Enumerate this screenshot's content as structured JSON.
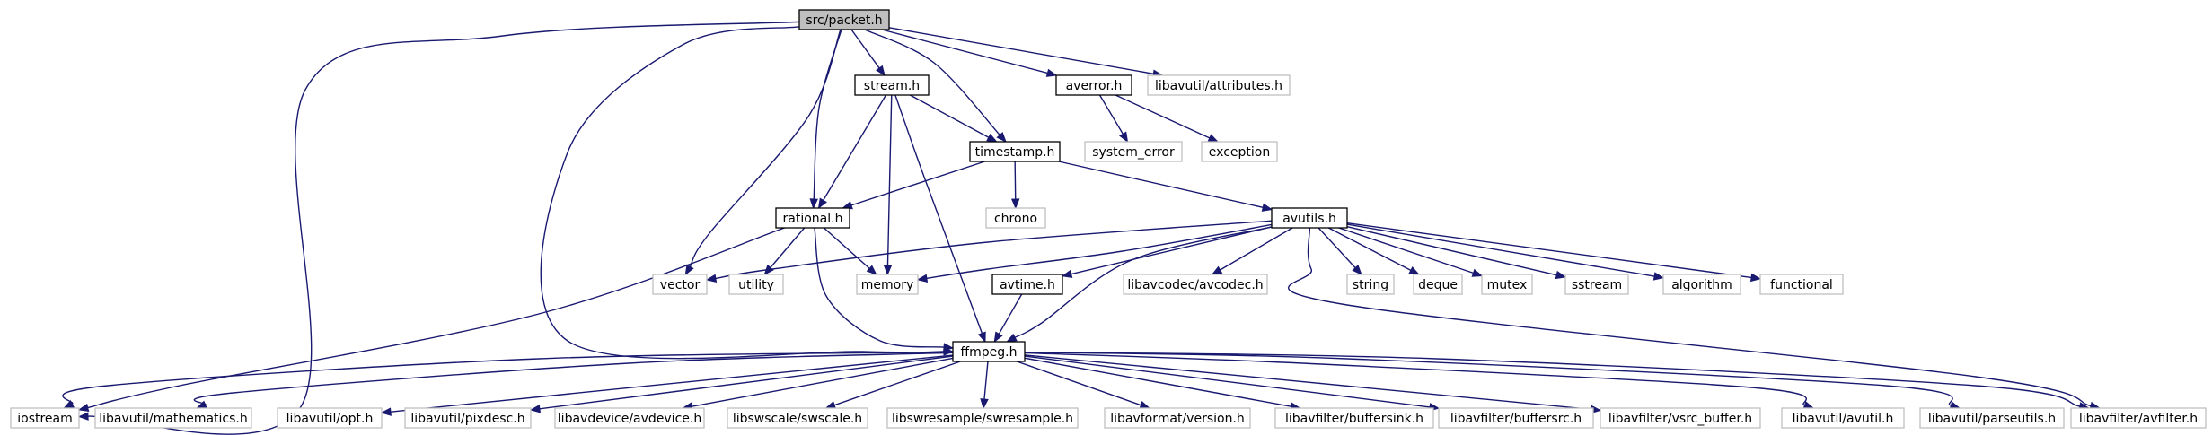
{
  "graph": {
    "nodes": [
      {
        "id": "packet",
        "label": "src/packet.h",
        "kind": "main"
      },
      {
        "id": "stream",
        "label": "stream.h",
        "kind": "local"
      },
      {
        "id": "averror",
        "label": "averror.h",
        "kind": "local"
      },
      {
        "id": "attributes",
        "label": "libavutil/attributes.h",
        "kind": "system"
      },
      {
        "id": "timestamp",
        "label": "timestamp.h",
        "kind": "local"
      },
      {
        "id": "system_error",
        "label": "system_error",
        "kind": "system"
      },
      {
        "id": "exception",
        "label": "exception",
        "kind": "system"
      },
      {
        "id": "rational",
        "label": "rational.h",
        "kind": "local"
      },
      {
        "id": "chrono",
        "label": "chrono",
        "kind": "system"
      },
      {
        "id": "avutils",
        "label": "avutils.h",
        "kind": "local"
      },
      {
        "id": "vector",
        "label": "vector",
        "kind": "system"
      },
      {
        "id": "utility",
        "label": "utility",
        "kind": "system"
      },
      {
        "id": "memory",
        "label": "memory",
        "kind": "system"
      },
      {
        "id": "avtime",
        "label": "avtime.h",
        "kind": "local"
      },
      {
        "id": "avcodec",
        "label": "libavcodec/avcodec.h",
        "kind": "system"
      },
      {
        "id": "string",
        "label": "string",
        "kind": "system"
      },
      {
        "id": "deque",
        "label": "deque",
        "kind": "system"
      },
      {
        "id": "mutex",
        "label": "mutex",
        "kind": "system"
      },
      {
        "id": "sstream",
        "label": "sstream",
        "kind": "system"
      },
      {
        "id": "algorithm",
        "label": "algorithm",
        "kind": "system"
      },
      {
        "id": "functional",
        "label": "functional",
        "kind": "system"
      },
      {
        "id": "ffmpeg",
        "label": "ffmpeg.h",
        "kind": "local"
      },
      {
        "id": "iostream",
        "label": "iostream",
        "kind": "system"
      },
      {
        "id": "mathematics",
        "label": "libavutil/mathematics.h",
        "kind": "system"
      },
      {
        "id": "opt",
        "label": "libavutil/opt.h",
        "kind": "system"
      },
      {
        "id": "pixdesc",
        "label": "libavutil/pixdesc.h",
        "kind": "system"
      },
      {
        "id": "avdevice",
        "label": "libavdevice/avdevice.h",
        "kind": "system"
      },
      {
        "id": "swscale",
        "label": "libswscale/swscale.h",
        "kind": "system"
      },
      {
        "id": "swresample",
        "label": "libswresample/swresample.h",
        "kind": "system"
      },
      {
        "id": "version",
        "label": "libavformat/version.h",
        "kind": "system"
      },
      {
        "id": "buffersink",
        "label": "libavfilter/buffersink.h",
        "kind": "system"
      },
      {
        "id": "buffersrc",
        "label": "libavfilter/buffersrc.h",
        "kind": "system"
      },
      {
        "id": "vsrc_buffer",
        "label": "libavfilter/vsrc_buffer.h",
        "kind": "system"
      },
      {
        "id": "avutil",
        "label": "libavutil/avutil.h",
        "kind": "system"
      },
      {
        "id": "parseutils",
        "label": "libavutil/parseutils.h",
        "kind": "system"
      },
      {
        "id": "avfilter",
        "label": "libavfilter/avfilter.h",
        "kind": "system"
      }
    ],
    "edges": [
      {
        "from": "packet",
        "to": "stream"
      },
      {
        "from": "packet",
        "to": "averror"
      },
      {
        "from": "packet",
        "to": "attributes"
      },
      {
        "from": "packet",
        "to": "timestamp"
      },
      {
        "from": "packet",
        "to": "rational"
      },
      {
        "from": "packet",
        "to": "vector"
      },
      {
        "from": "packet",
        "to": "ffmpeg"
      },
      {
        "from": "packet",
        "to": "iostream"
      },
      {
        "from": "stream",
        "to": "timestamp"
      },
      {
        "from": "stream",
        "to": "rational"
      },
      {
        "from": "stream",
        "to": "memory"
      },
      {
        "from": "stream",
        "to": "ffmpeg"
      },
      {
        "from": "averror",
        "to": "system_error"
      },
      {
        "from": "averror",
        "to": "exception"
      },
      {
        "from": "timestamp",
        "to": "rational"
      },
      {
        "from": "timestamp",
        "to": "chrono"
      },
      {
        "from": "timestamp",
        "to": "avutils"
      },
      {
        "from": "rational",
        "to": "utility"
      },
      {
        "from": "rational",
        "to": "memory"
      },
      {
        "from": "rational",
        "to": "ffmpeg"
      },
      {
        "from": "rational",
        "to": "iostream"
      },
      {
        "from": "avutils",
        "to": "vector"
      },
      {
        "from": "avutils",
        "to": "memory"
      },
      {
        "from": "avutils",
        "to": "avtime"
      },
      {
        "from": "avutils",
        "to": "avcodec"
      },
      {
        "from": "avutils",
        "to": "string"
      },
      {
        "from": "avutils",
        "to": "deque"
      },
      {
        "from": "avutils",
        "to": "mutex"
      },
      {
        "from": "avutils",
        "to": "sstream"
      },
      {
        "from": "avutils",
        "to": "algorithm"
      },
      {
        "from": "avutils",
        "to": "functional"
      },
      {
        "from": "avutils",
        "to": "ffmpeg"
      },
      {
        "from": "avutils",
        "to": "avfilter"
      },
      {
        "from": "avtime",
        "to": "ffmpeg"
      },
      {
        "from": "ffmpeg",
        "to": "iostream"
      },
      {
        "from": "ffmpeg",
        "to": "mathematics"
      },
      {
        "from": "ffmpeg",
        "to": "opt"
      },
      {
        "from": "ffmpeg",
        "to": "pixdesc"
      },
      {
        "from": "ffmpeg",
        "to": "avdevice"
      },
      {
        "from": "ffmpeg",
        "to": "swscale"
      },
      {
        "from": "ffmpeg",
        "to": "swresample"
      },
      {
        "from": "ffmpeg",
        "to": "version"
      },
      {
        "from": "ffmpeg",
        "to": "buffersink"
      },
      {
        "from": "ffmpeg",
        "to": "buffersrc"
      },
      {
        "from": "ffmpeg",
        "to": "vsrc_buffer"
      },
      {
        "from": "ffmpeg",
        "to": "avutil"
      },
      {
        "from": "ffmpeg",
        "to": "parseutils"
      },
      {
        "from": "ffmpeg",
        "to": "avfilter"
      }
    ]
  }
}
